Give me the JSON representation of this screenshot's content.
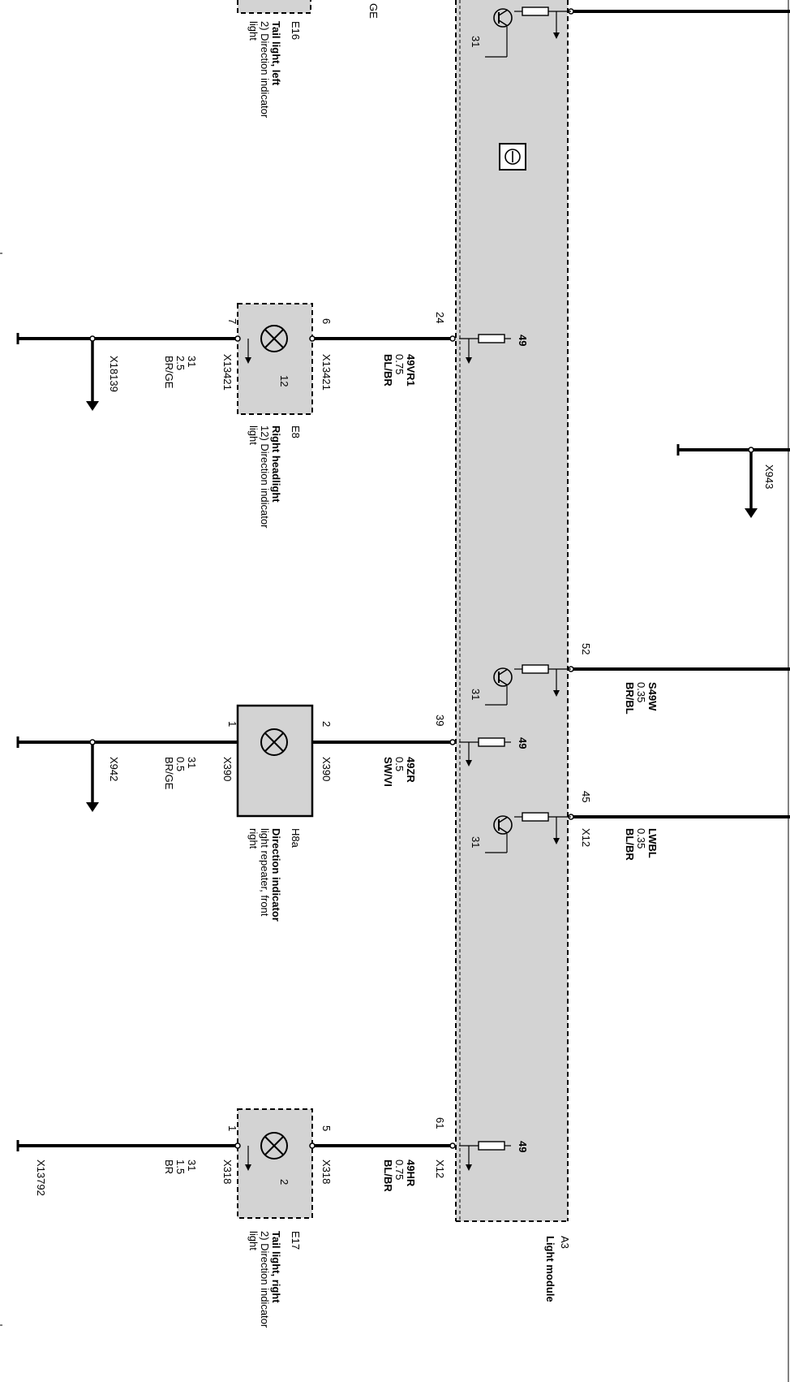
{
  "module": {
    "id": "A3",
    "name": "Light module"
  },
  "top_fragment": {
    "ge_text": "GE"
  },
  "components": {
    "e16": {
      "id": "E16",
      "desc_lines": [
        "Tail light, left",
        "2) Direction indicator",
        "light"
      ]
    },
    "e8": {
      "id": "E8",
      "desc_lines": [
        "Right headlight",
        "12) Direction indicator",
        "light"
      ],
      "pin_top": "6",
      "pin_bottom": "7",
      "pin_inner": "12",
      "conn_top": "X13421",
      "conn_bottom": "X13421"
    },
    "h8a": {
      "id": "H8a",
      "desc_lines": [
        "Direction indicator",
        "light repeater, front",
        "right"
      ],
      "pin_top": "2",
      "pin_bottom": "1",
      "conn_top": "X390",
      "conn_bottom": "X390"
    },
    "e17": {
      "id": "E17",
      "desc_lines": [
        "Tail light, right",
        "2) Direction indicator",
        "light"
      ],
      "pin_top": "5",
      "pin_bottom": "1",
      "pin_inner": "2",
      "conn_top": "X318",
      "conn_bottom": "X318"
    }
  },
  "wires": {
    "w24": {
      "pin": "24",
      "signal": "49VR1",
      "size": "0.75",
      "color": "BL/BR"
    },
    "w24_gnd": {
      "signal": "31",
      "size": "2.5",
      "color": "BR/GE",
      "splice": "X18139"
    },
    "w39": {
      "pin": "39",
      "signal": "49ZR",
      "size": "0.5",
      "color": "SW/VI"
    },
    "w39_gnd": {
      "signal": "31",
      "size": "0.5",
      "color": "BR/GE",
      "splice": "X942"
    },
    "w61": {
      "pin": "61",
      "connector": "X12",
      "signal": "49HR",
      "size": "0.75",
      "color": "BL/BR"
    },
    "w61_gnd": {
      "signal": "31",
      "size": "1.5",
      "color": "BR",
      "splice": "X13792"
    },
    "w52": {
      "pin": "52",
      "signal": "S49W",
      "size": "0.35",
      "color": "BR/BL"
    },
    "w45": {
      "pin": "45",
      "connector": "X12",
      "signal": "LWBL",
      "size": "0.35",
      "color": "BL/BR"
    },
    "x943": {
      "splice": "X943"
    }
  },
  "internal": {
    "ground_label": "31",
    "source_label": "49"
  }
}
